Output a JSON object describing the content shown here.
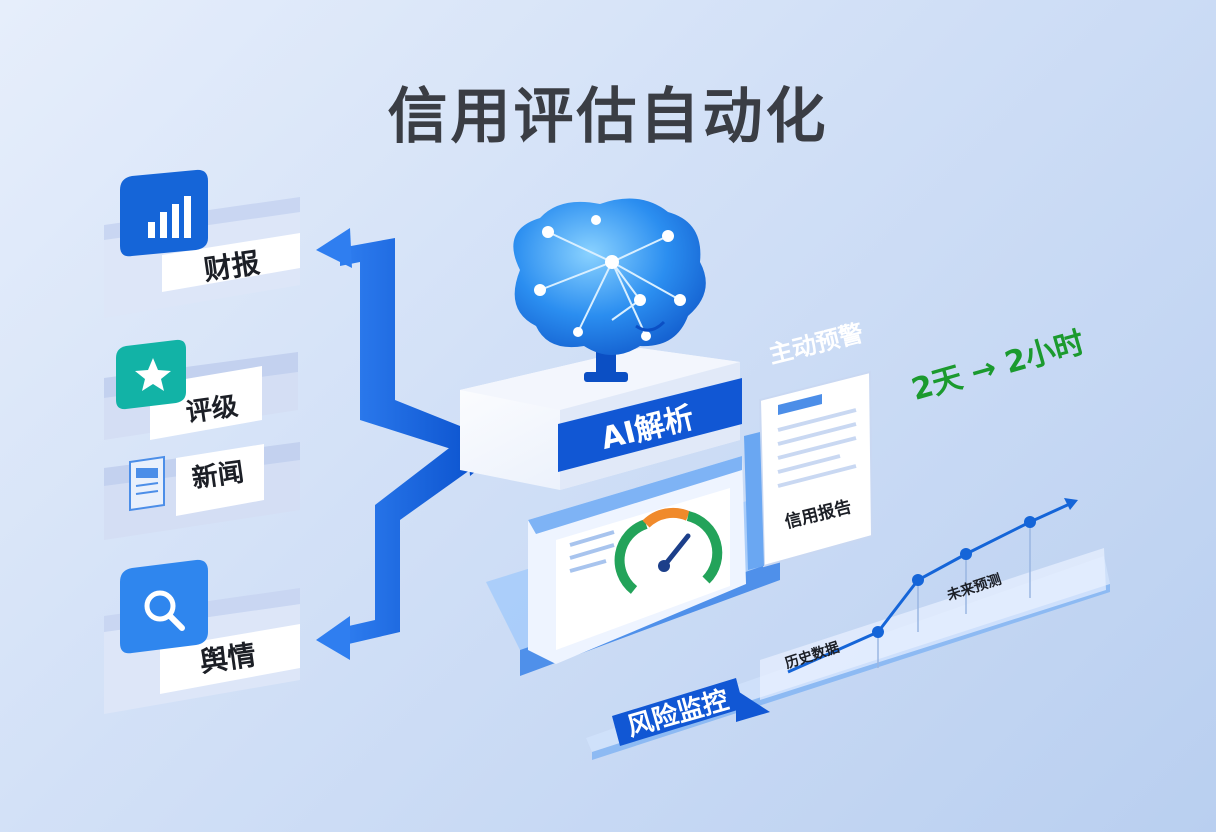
{
  "title": "信用评估自动化",
  "sources": {
    "financial_report": "财报",
    "rating": "评级",
    "news": "新闻",
    "public_opinion": "舆情"
  },
  "ai": {
    "label": "AI解析"
  },
  "alert": {
    "label": "主动预警",
    "report_label": "信用报告"
  },
  "speedup": {
    "text": "2天 → 2小时",
    "color": "#1b9a2e"
  },
  "risk": {
    "label": "风险监控",
    "history_label": "历史数据",
    "forecast_label": "未来预测"
  },
  "colors": {
    "primary_blue": "#1565d8",
    "dark_blue": "#0d47b8",
    "teal": "#12b3a6",
    "gauge_green": "#23a35a",
    "gauge_orange": "#f08a2b"
  },
  "icons": [
    "bar-chart-icon",
    "star-icon",
    "newspaper-icon",
    "search-icon",
    "brain-icon",
    "gauge-icon",
    "document-icon"
  ]
}
